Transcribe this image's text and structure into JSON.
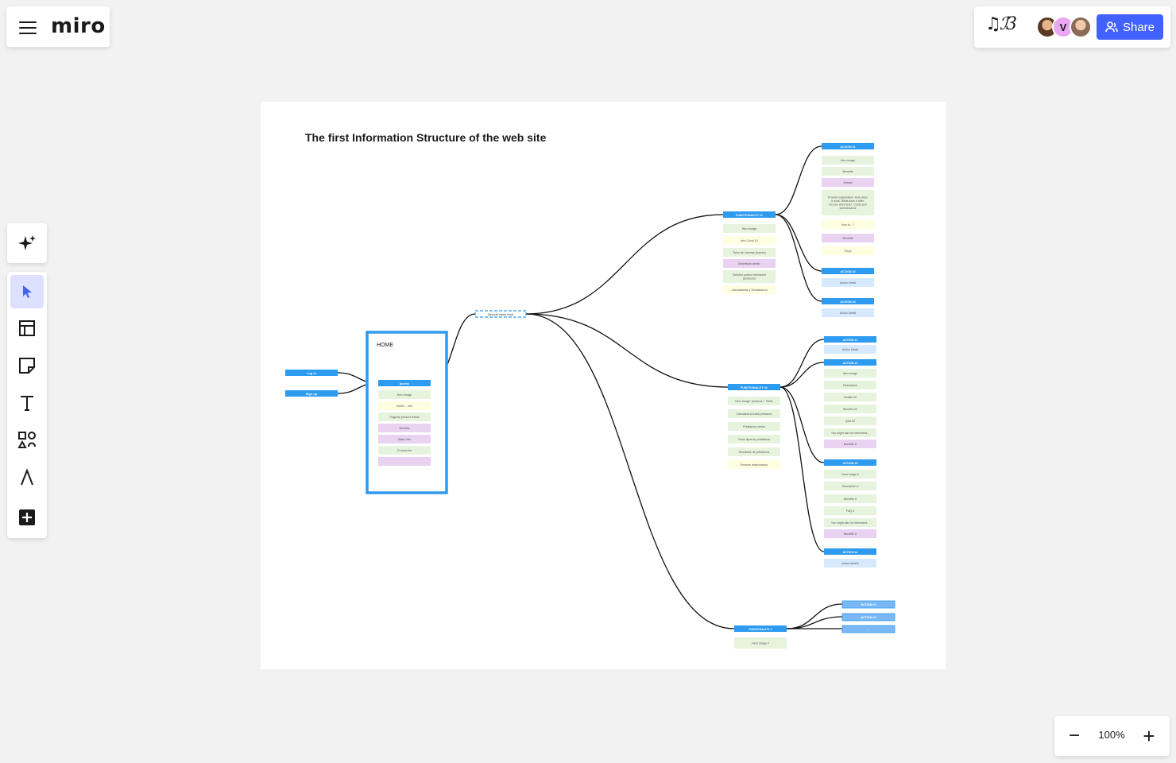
{
  "app": {
    "logo": "miro",
    "board_glyph": "♫ℐ3"
  },
  "toolbar_top": {
    "share_label": "Share",
    "avatar_initial": "V"
  },
  "tools": [
    "magic-assistant",
    "select",
    "templates",
    "sticky-note",
    "text",
    "shapes",
    "pen",
    "more-apps"
  ],
  "zoom": {
    "level": "100%",
    "minus": "−",
    "plus": "+"
  },
  "frame": {
    "title": "The first Information Structure of the web site"
  },
  "colors": {
    "blue": "#2d9bf0",
    "green": "#e6f4de",
    "yellow": "#fefee1",
    "purple": "#e9d2f2",
    "lightblue": "#d6e9ff",
    "accent": "#4262ff"
  },
  "diagram": {
    "login_buttons": [
      "Log in",
      "Sign up"
    ],
    "home": {
      "title": "HOME",
      "header": "Access",
      "items": [
        {
          "label": "Hero image",
          "color": "green"
        },
        {
          "label": "BASIC - info",
          "color": "yellow"
        },
        {
          "label": "Flagship product teaser",
          "color": "green"
        },
        {
          "label": "Benefits",
          "color": "purple"
        },
        {
          "label": "Basic info",
          "color": "purple"
        },
        {
          "label": "Product list",
          "color": "green"
        },
        {
          "label": "",
          "color": "purple"
        }
      ]
    },
    "second_level": "Second menu level",
    "func1": {
      "header": "FUNCTIONALITY #1",
      "items": [
        {
          "label": "Hero image",
          "color": "green"
        },
        {
          "label": "Info Covid-19",
          "color": "yellow"
        },
        {
          "label": "Tipos de cuentas (cuenta)",
          "color": "green"
        },
        {
          "label": "Beneficios debito",
          "color": "purple"
        },
        {
          "label": "También podría interesarte (producto)",
          "color": "green"
        },
        {
          "label": "Calculadoras y Simuladores",
          "color": "yellow"
        }
      ]
    },
    "func1_actions": [
      {
        "header": "ACCION #1",
        "items": [
          {
            "label": "Hero image",
            "color": "green"
          },
          {
            "label": "Benefits",
            "color": "green"
          },
          {
            "label": "Details",
            "color": "purple"
          },
          {
            "label": "Product explanation: How does it work, What does it offer. Do you want any?. Costs and commissions",
            "color": "green"
          },
          {
            "label": "How to...?",
            "color": "yellow"
          },
          {
            "label": "Benefits",
            "color": "purple"
          },
          {
            "label": "FAQs",
            "color": "yellow"
          }
        ]
      },
      {
        "header": "ACCION #2",
        "items": [
          {
            "label": "Action Detail",
            "color": "lightblue"
          }
        ]
      },
      {
        "header": "ACCION #3",
        "items": [
          {
            "label": "Action Detail",
            "color": "lightblue"
          }
        ]
      }
    ],
    "func2": {
      "header": "FUNCTIONALITY #2",
      "items": [
        {
          "label": "Hero image: products + Slider",
          "color": "green"
        },
        {
          "label": "Calculadora cuota préstamo",
          "color": "green"
        },
        {
          "label": "Préstamos online",
          "color": "green"
        },
        {
          "label": "Otros tipos de préstamos",
          "color": "green"
        },
        {
          "label": "Simulador de préstamos",
          "color": "green"
        },
        {
          "label": "Enlaces relacionados",
          "color": "yellow"
        }
      ]
    },
    "func2_actions": [
      {
        "header": "ACTION #1",
        "items": [
          {
            "label": "Action Detail",
            "color": "lightblue"
          }
        ]
      },
      {
        "header": "ACTION #2",
        "items": [
          {
            "label": "Hero image",
            "color": "green"
          },
          {
            "label": "Description",
            "color": "green"
          },
          {
            "label": "Details #2",
            "color": "green"
          },
          {
            "label": "Benefits #2",
            "color": "green"
          },
          {
            "label": "Q&A #2",
            "color": "green"
          },
          {
            "label": "You might also be interested...",
            "color": "green"
          },
          {
            "label": "Benefits #",
            "color": "purple"
          }
        ]
      },
      {
        "header": "ACTION #3",
        "items": [
          {
            "label": "Hero image #",
            "color": "green"
          },
          {
            "label": "Description #",
            "color": "green"
          },
          {
            "label": "Benefits #",
            "color": "green"
          },
          {
            "label": "FAQ #",
            "color": "green"
          },
          {
            "label": "You might also be interested...",
            "color": "green"
          },
          {
            "label": "Benefits #",
            "color": "purple"
          }
        ]
      },
      {
        "header": "ACTION #n",
        "items": [
          {
            "label": "Action details",
            "color": "lightblue"
          }
        ]
      }
    ],
    "func3": {
      "header": "FUNTIONALITY #",
      "items": [
        {
          "label": "Hero image #",
          "color": "green"
        }
      ]
    },
    "func3_actions": [
      "ACTION #1",
      "ACTION #2",
      "..."
    ]
  }
}
